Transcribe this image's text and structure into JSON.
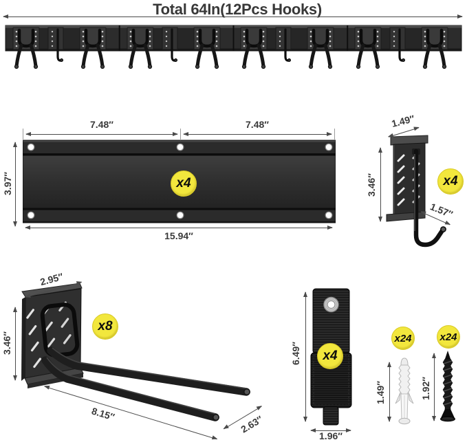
{
  "header": {
    "title": "Total 64In(12Pcs Hooks)"
  },
  "colors": {
    "badge": "#f2e73d",
    "label": "#3a3a3a",
    "line": "#4a4a4a"
  },
  "rail_panel": {
    "badge": "x4",
    "width_left": "7.48″",
    "width_right": "7.48″",
    "height": "3.97″",
    "total_width": "15.94″"
  },
  "j_hook": {
    "badge": "x4",
    "top_width": "1.49″",
    "height": "3.46″",
    "hook_depth": "1.57″"
  },
  "double_hook": {
    "badge": "x8",
    "plate_width": "2.95″",
    "plate_height": "3.46″",
    "arm_length": "8.15″",
    "arm_spread": "2.63″"
  },
  "strap": {
    "badge": "x4",
    "length": "6.49″",
    "width": "1.96″"
  },
  "wall_anchor": {
    "badge": "x24",
    "length": "1.49″"
  },
  "screw": {
    "badge": "x24",
    "length": "1.92″"
  }
}
